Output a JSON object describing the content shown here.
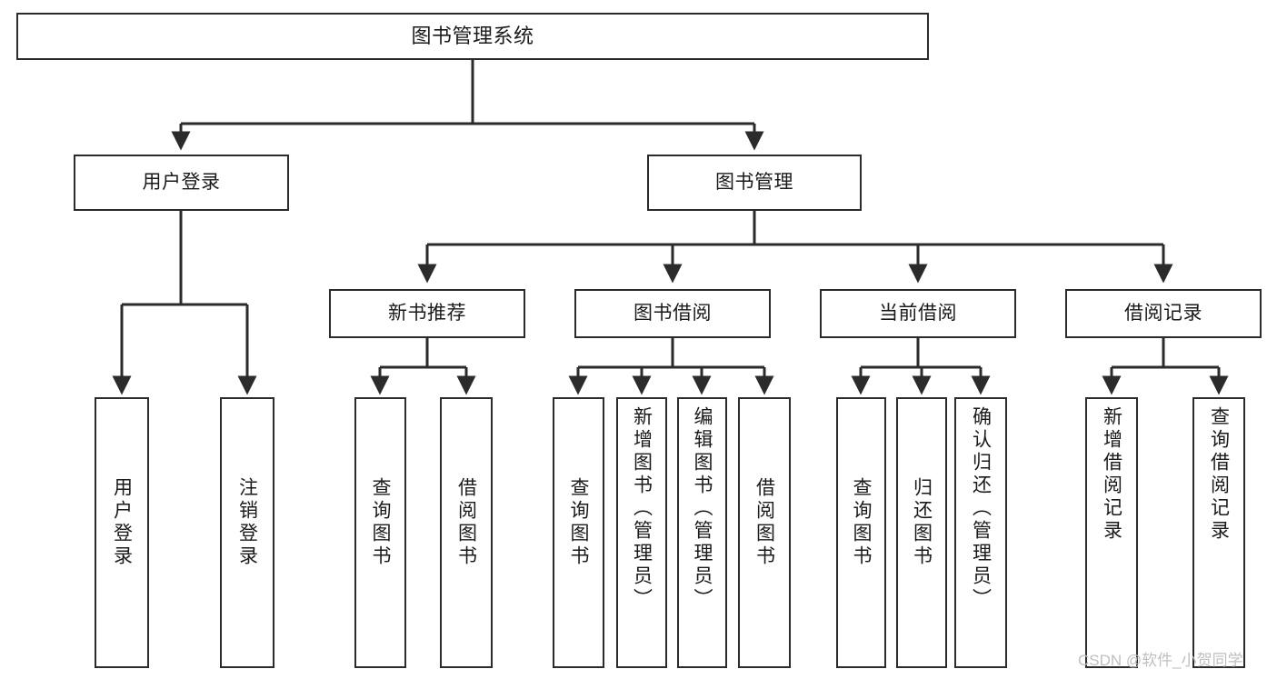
{
  "diagram": {
    "title": "图书管理系统",
    "type": "hierarchy-tree",
    "watermark": "CSDN @软件_小贺同学",
    "colors": {
      "stroke": "#2b2b2b",
      "fill": "#ffffff",
      "text": "#1a1a1a",
      "watermark": "#bfbfbf"
    },
    "levels": {
      "root": [
        "图书管理系统"
      ],
      "level2": [
        "用户登录",
        "图书管理"
      ],
      "level3": [
        "新书推荐",
        "图书借阅",
        "当前借阅",
        "借阅记录"
      ],
      "leaves": [
        "用户登录",
        "注销登录",
        "查询图书",
        "借阅图书",
        "查询图书",
        "新增图书（管理员）",
        "编辑图书（管理员）",
        "借阅图书",
        "查询图书",
        "归还图书",
        "确认归还（管理员）",
        "新增借阅记录",
        "查询借阅记录"
      ]
    },
    "nodes": {
      "root": {
        "label": "图书管理系统"
      },
      "user_login": {
        "label": "用户登录"
      },
      "book_manage": {
        "label": "图书管理"
      },
      "new_book_rec": {
        "label": "新书推荐"
      },
      "book_borrow": {
        "label": "图书借阅"
      },
      "current_borrow": {
        "label": "当前借阅"
      },
      "borrow_record": {
        "label": "借阅记录"
      },
      "leaf_user_login": {
        "label": "用户登录"
      },
      "leaf_logout": {
        "label": "注销登录"
      },
      "leaf_query_book_a": {
        "label": "查询图书"
      },
      "leaf_borrow_book_a": {
        "label": "借阅图书"
      },
      "leaf_query_book_b": {
        "label": "查询图书"
      },
      "leaf_add_book": {
        "label": "新增图书（管理员）"
      },
      "leaf_edit_book": {
        "label": "编辑图书（管理员）"
      },
      "leaf_borrow_book_b": {
        "label": "借阅图书"
      },
      "leaf_query_book_c": {
        "label": "查询图书"
      },
      "leaf_return_book": {
        "label": "归还图书"
      },
      "leaf_confirm_return": {
        "label": "确认归还（管理员）"
      },
      "leaf_add_record": {
        "label": "新增借阅记录"
      },
      "leaf_query_record": {
        "label": "查询借阅记录"
      }
    },
    "edges": [
      {
        "from": "root",
        "to": "user_login"
      },
      {
        "from": "root",
        "to": "book_manage"
      },
      {
        "from": "user_login",
        "to": "leaf_user_login"
      },
      {
        "from": "user_login",
        "to": "leaf_logout"
      },
      {
        "from": "book_manage",
        "to": "new_book_rec"
      },
      {
        "from": "book_manage",
        "to": "book_borrow"
      },
      {
        "from": "book_manage",
        "to": "current_borrow"
      },
      {
        "from": "book_manage",
        "to": "borrow_record"
      },
      {
        "from": "new_book_rec",
        "to": "leaf_query_book_a"
      },
      {
        "from": "new_book_rec",
        "to": "leaf_borrow_book_a"
      },
      {
        "from": "book_borrow",
        "to": "leaf_query_book_b"
      },
      {
        "from": "book_borrow",
        "to": "leaf_add_book"
      },
      {
        "from": "book_borrow",
        "to": "leaf_edit_book"
      },
      {
        "from": "book_borrow",
        "to": "leaf_borrow_book_b"
      },
      {
        "from": "current_borrow",
        "to": "leaf_query_book_c"
      },
      {
        "from": "current_borrow",
        "to": "leaf_return_book"
      },
      {
        "from": "current_borrow",
        "to": "leaf_confirm_return"
      },
      {
        "from": "borrow_record",
        "to": "leaf_add_record"
      },
      {
        "from": "borrow_record",
        "to": "leaf_query_record"
      }
    ]
  }
}
